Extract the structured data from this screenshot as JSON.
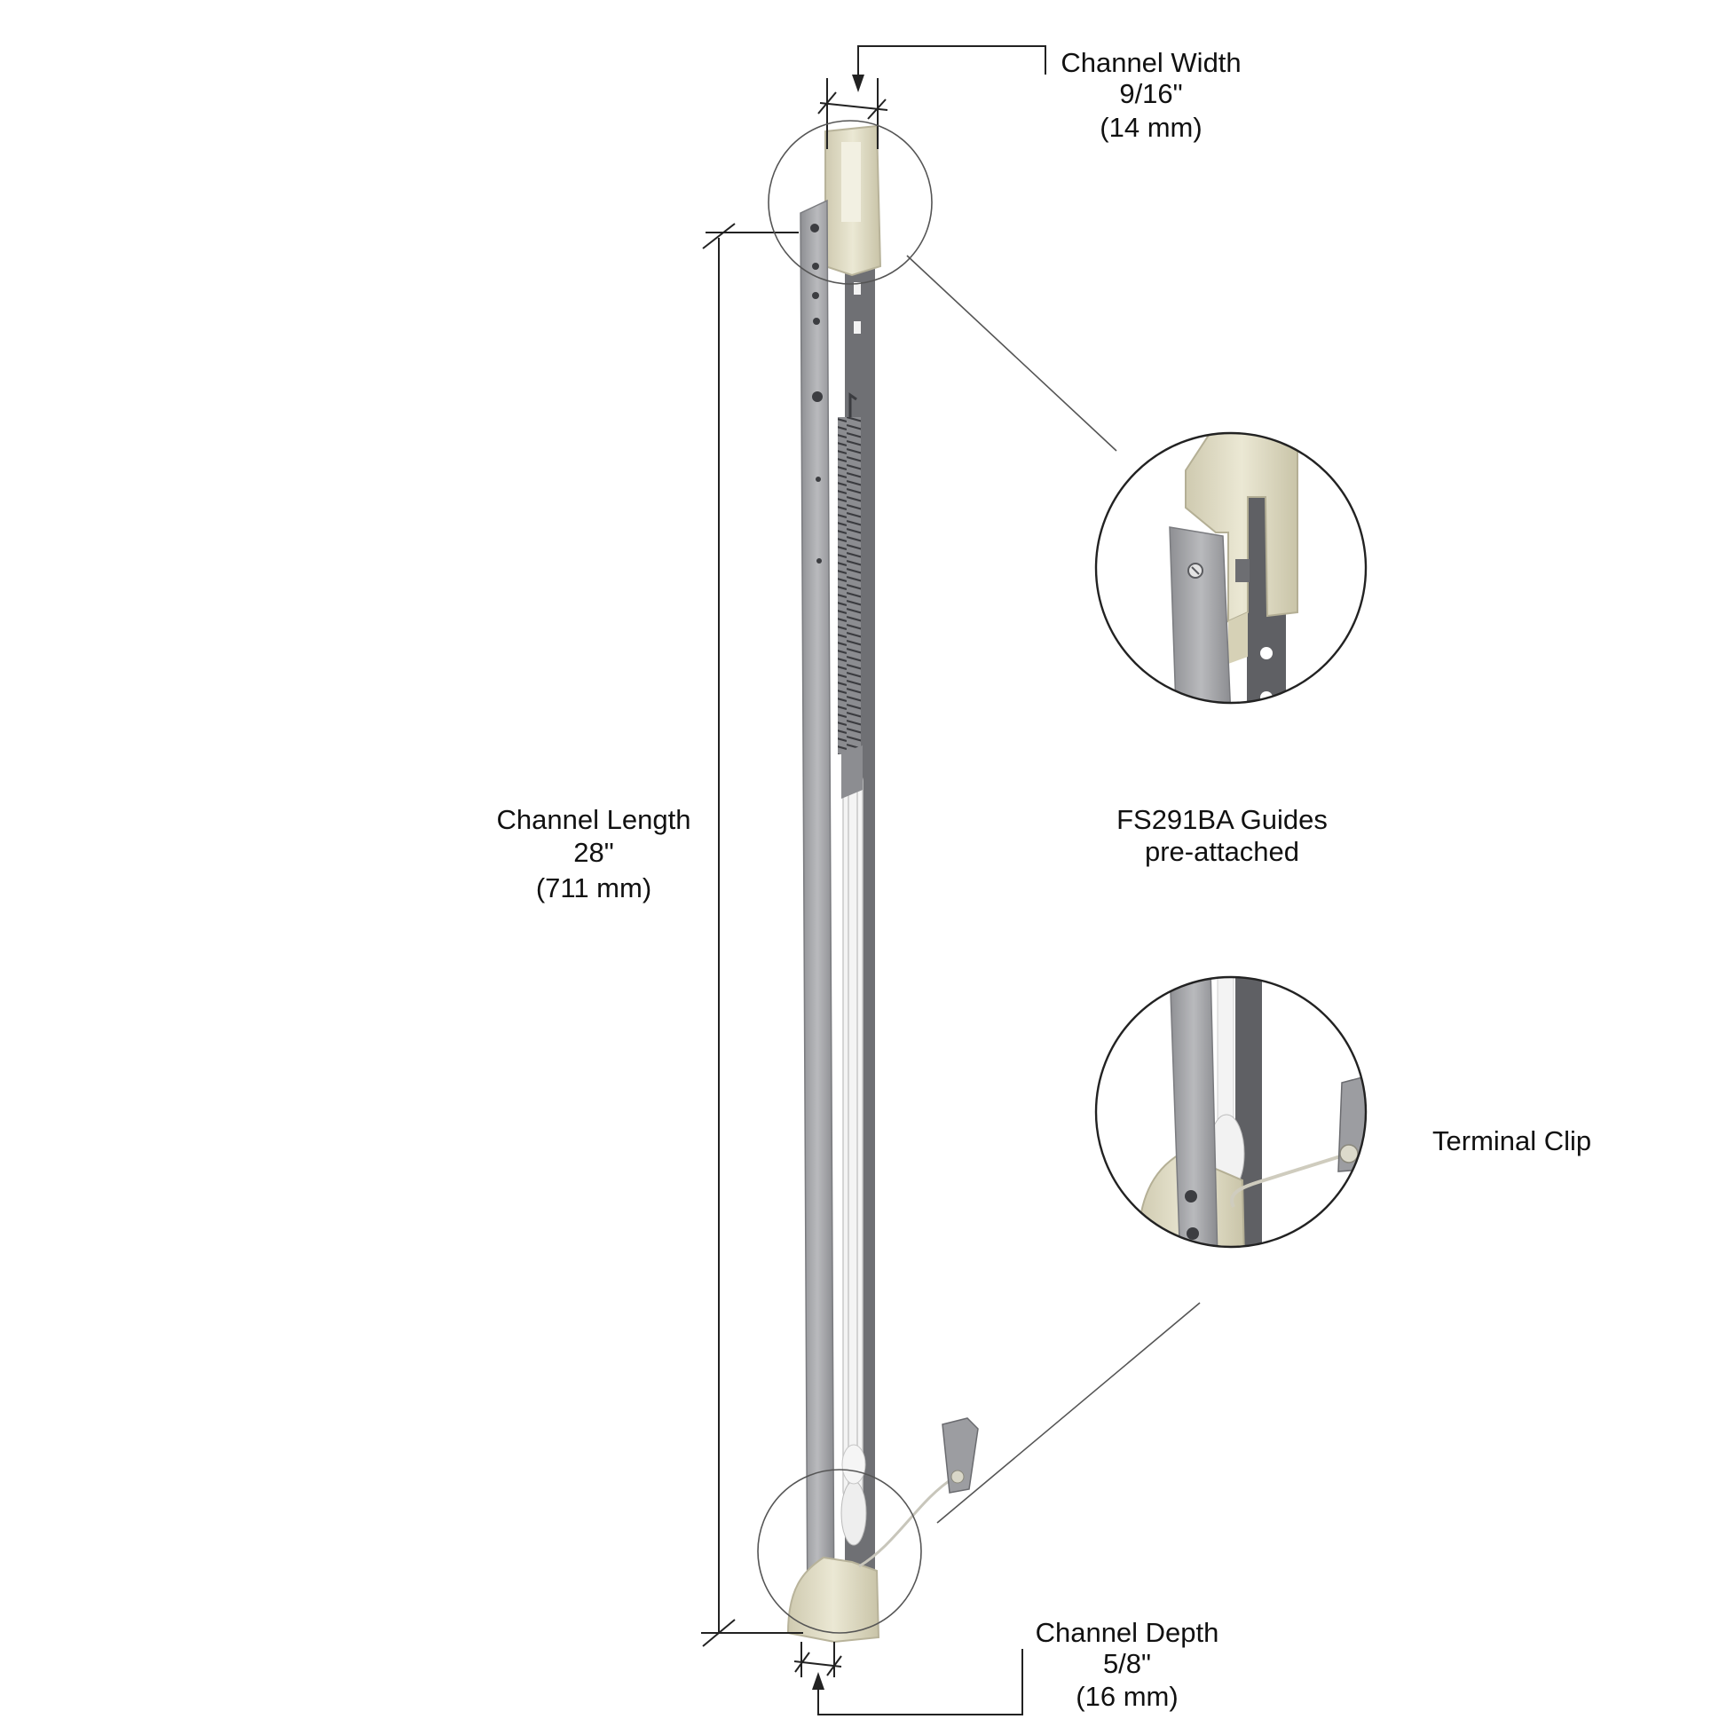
{
  "labels": {
    "channel_width": {
      "title": "Channel Width",
      "imperial": "9/16\"",
      "metric": "(14 mm)"
    },
    "channel_length": {
      "title": "Channel Length",
      "imperial": "28\"",
      "metric": "(711 mm)"
    },
    "channel_depth": {
      "title": "Channel Depth",
      "imperial": "5/8\"",
      "metric": "(16 mm)"
    },
    "guides_note": {
      "line1": "FS291BA Guides",
      "line2": "pre-attached"
    },
    "terminal_clip": "Terminal Clip"
  },
  "colors": {
    "line": "#222222",
    "steel": "#a7a8ab",
    "steel_dark": "#6f7074",
    "nylon": "#ddd9c0",
    "spring": "#55575b"
  }
}
